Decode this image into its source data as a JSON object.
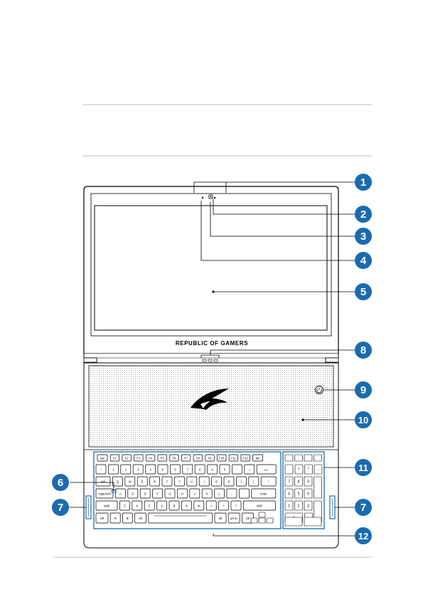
{
  "screen_logo_text": "REPUBLIC OF GAMERS",
  "accent_color": "#1a6bb0",
  "callouts": [
    "1",
    "2",
    "3",
    "4",
    "5",
    "6",
    "7",
    "7",
    "8",
    "9",
    "10",
    "11",
    "12"
  ],
  "keyboard": {
    "fn_row": [
      "esc",
      "F1",
      "F2",
      "F3",
      "F4",
      "F5",
      "F6",
      "F7",
      "F8",
      "F9",
      "F10",
      "F11",
      "F12",
      "del"
    ],
    "num_row": [
      "~",
      "1",
      "2",
      "3",
      "4",
      "5",
      "6",
      "7",
      "8",
      "9",
      "0",
      "-",
      "=",
      "⟵"
    ],
    "q_row": [
      "tab",
      "Q",
      "W",
      "E",
      "R",
      "T",
      "Y",
      "U",
      "I",
      "O",
      "P",
      "{",
      "}",
      "\\"
    ],
    "a_row": [
      "caps lock",
      "A",
      "S",
      "D",
      "F",
      "G",
      "H",
      "J",
      "K",
      "L",
      ";",
      "'",
      "enter"
    ],
    "z_row": [
      "shift",
      "Z",
      "X",
      "C",
      "V",
      "B",
      "N",
      "M",
      "<",
      ">",
      "?",
      "shift"
    ],
    "bottom_row": [
      "ctrl",
      "fn",
      "⊞",
      "alt",
      "alt",
      "prt sc",
      "ctrl"
    ],
    "numpad_rows": [
      [
        "7",
        "8",
        "9"
      ],
      [
        "4",
        "5",
        "6"
      ],
      [
        "1",
        "2",
        "3"
      ],
      [
        "0",
        "."
      ]
    ],
    "numpad_top": [
      "/",
      "*",
      "-"
    ]
  }
}
